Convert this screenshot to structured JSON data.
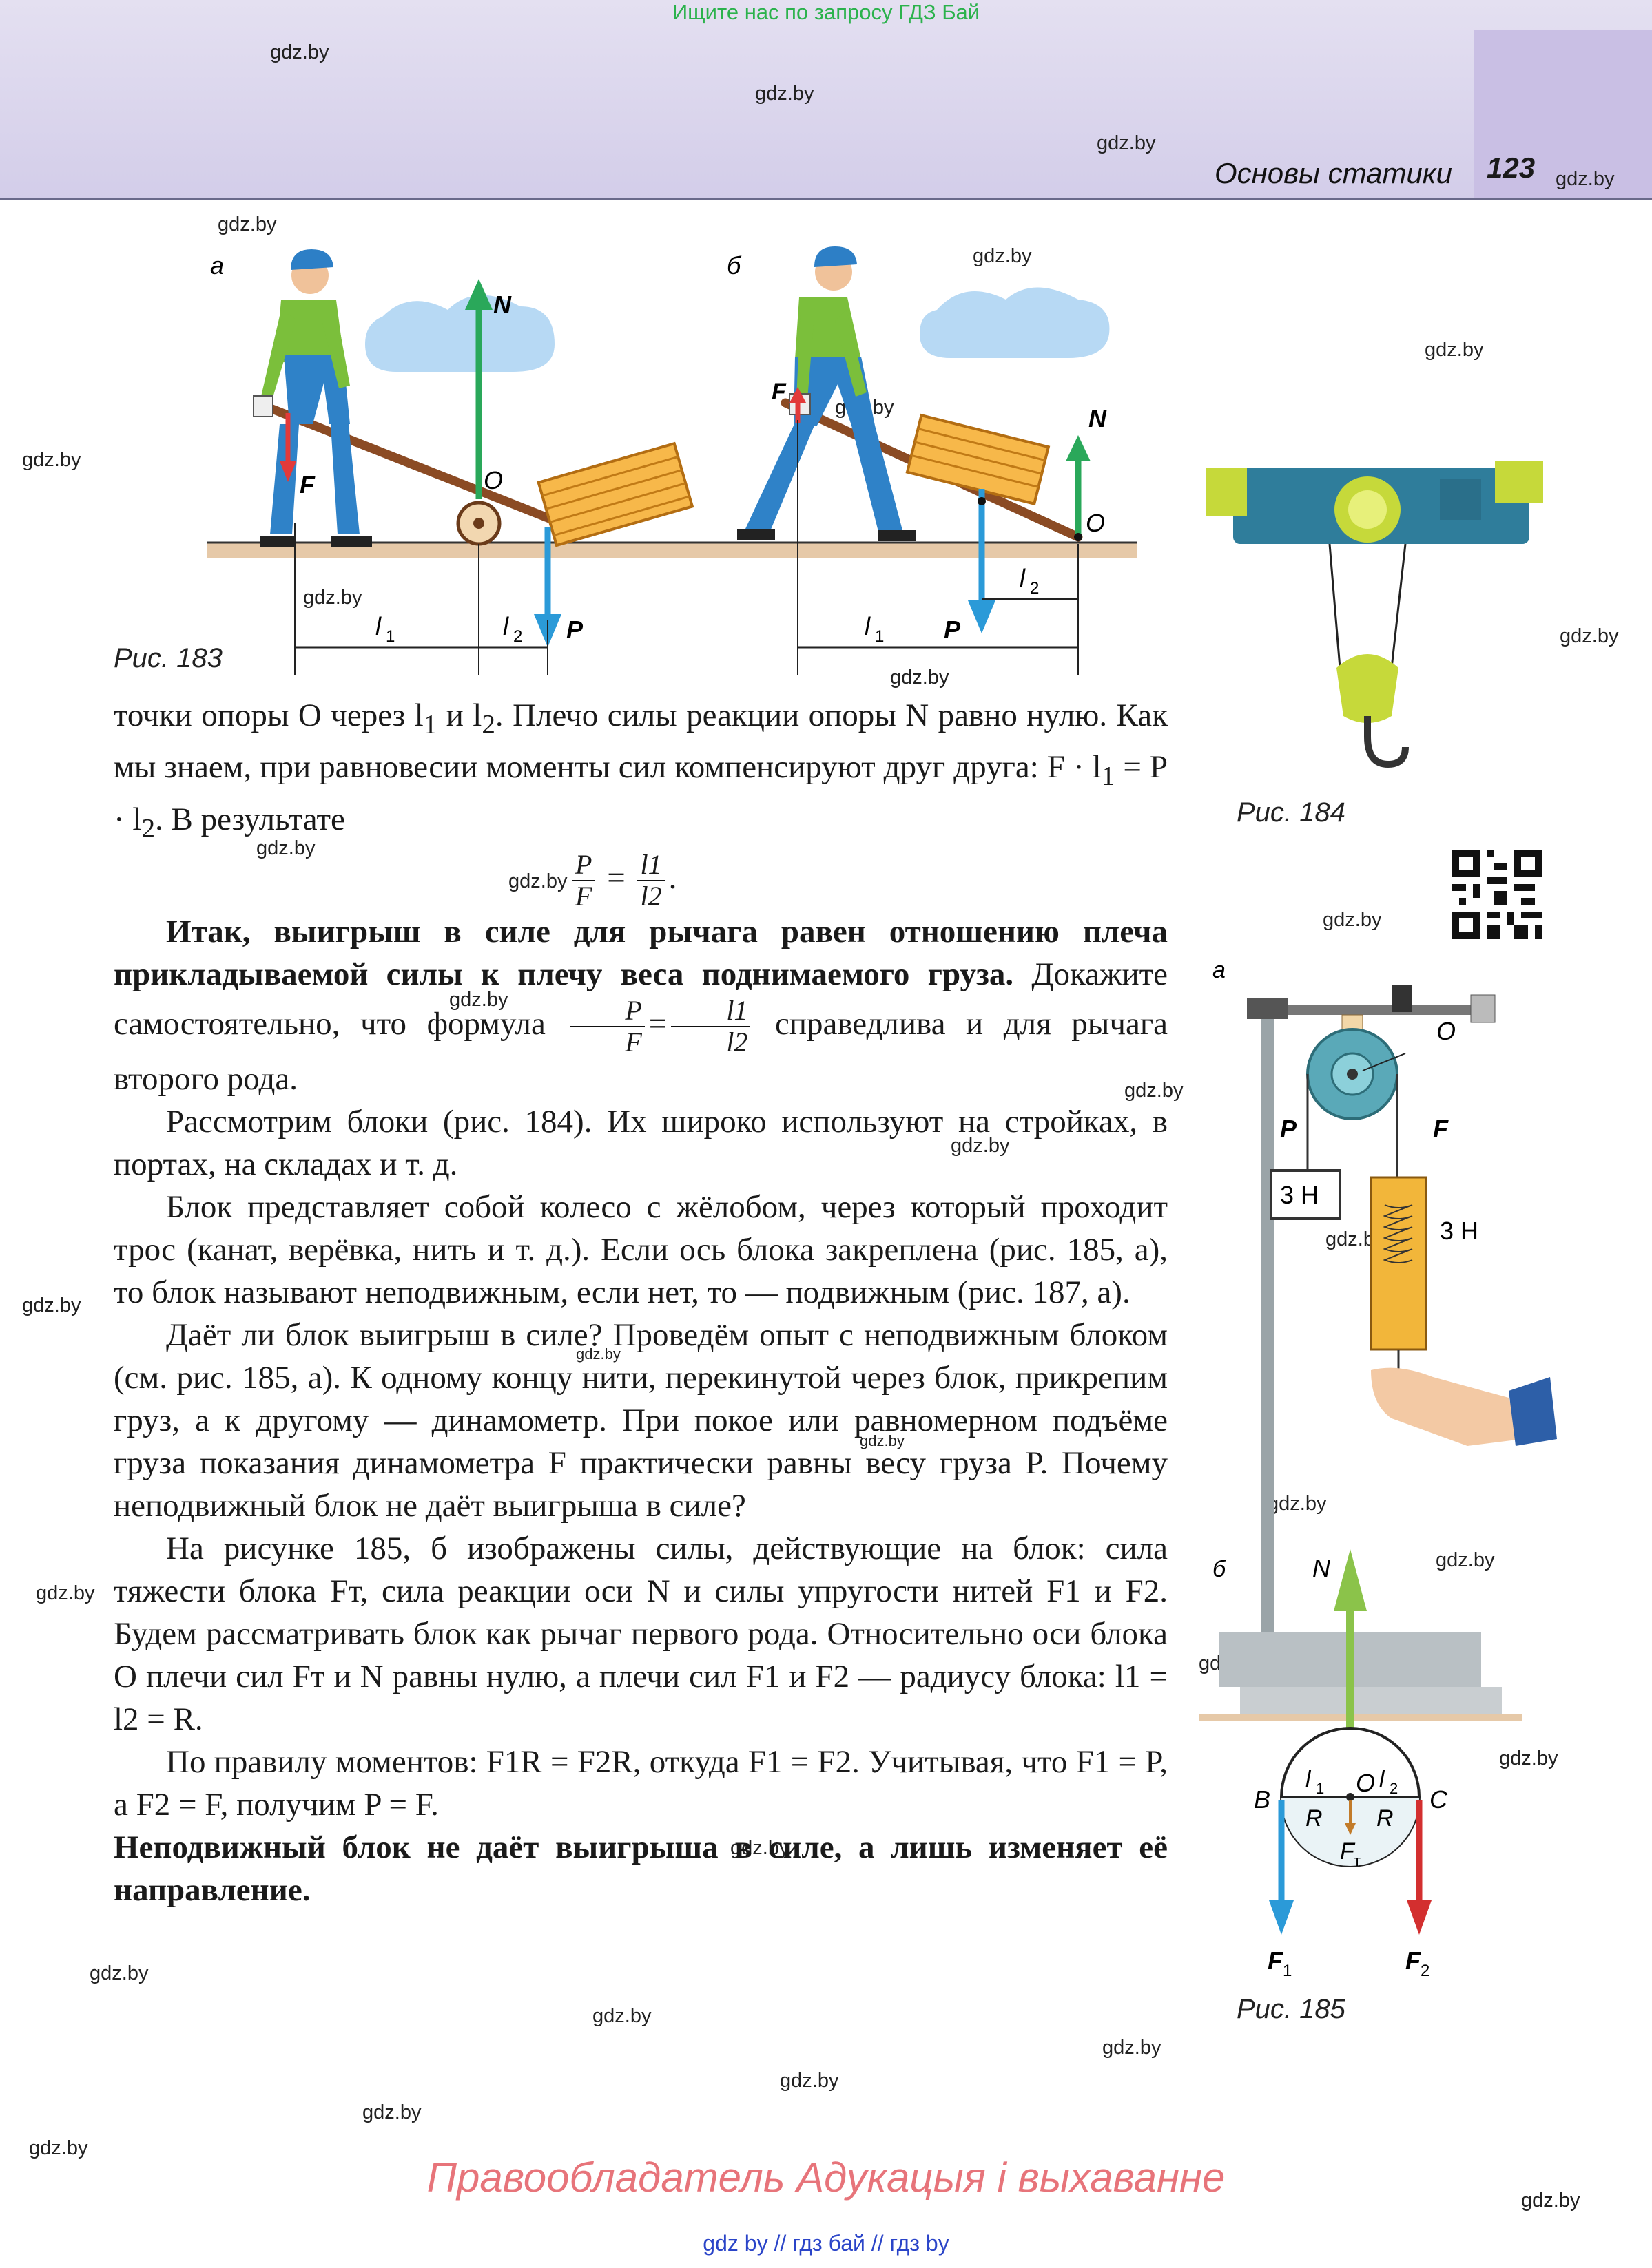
{
  "header": {
    "top_banner": "Ищите нас по запросу ГДЗ Бай",
    "chapter": "Основы статики",
    "page_number": "123"
  },
  "watermark": "gdz.by",
  "figures": {
    "fig183": {
      "caption": "Рис. 183",
      "panel_a": "а",
      "panel_b": "б",
      "labels": {
        "N": "N",
        "F": "F",
        "O": "O",
        "P": "P",
        "l1": "l",
        "l2": "l",
        "sub1": "1",
        "sub2": "2"
      }
    },
    "fig184": {
      "caption": "Рис. 184"
    },
    "fig185": {
      "caption": "Рис. 185",
      "panel_a": "а",
      "panel_b": "б",
      "labels": {
        "O": "O",
        "P": "P",
        "F": "F",
        "weight": "3 Н",
        "reading": "3 Н",
        "N": "N",
        "B": "B",
        "C": "C",
        "R": "R",
        "F1": "F",
        "F2": "F",
        "Ft": "F",
        "l": "l",
        "sub1": "1",
        "sub2": "2",
        "subt": "т"
      }
    }
  },
  "body": {
    "p1a": "точки опоры O через l",
    "p1b": " и l",
    "p1c": ". Плечо силы реакции опоры N равно нулю. Как мы знаем, при равновесии моменты сил компенсируют друг друга: F · l",
    "p1d": " = P · l",
    "p1e": ". В результате",
    "frac1": {
      "num": "P",
      "den": "F",
      "num2": "l1",
      "den2": "l2"
    },
    "p2_bold": "Итак, выигрыш в силе для рычага равен отношению плеча прикладываемой силы к плечу веса поднимаемого груза.",
    "p2_rest_a": " Докажите самостоятельно, что формула ",
    "p2_rest_b": " справедлива и для рычага второго рода.",
    "p3": "Рассмотрим блоки (рис. 184). Их широко используют на стройках, в портах, на складах и т. д.",
    "p4": "Блок представляет собой колесо с жёлобом, через который проходит трос (канат, верёвка, нить и т. д.). Если ось блока закреплена (рис. 185, а), то блок называют неподвижным, если нет, то — подвижным (рис. 187, а).",
    "p5": "Даёт ли блок выигрыш в силе? Проведём опыт с неподвижным блоком (см. рис. 185, а). К одному концу нити, перекинутой через блок, прикрепим груз, а к другому — динамометр. При покое или равномерном подъёме груза показания динамометра F практически равны весу груза P. Почему неподвижный блок не даёт выигрыша в силе?",
    "p6": "На рисунке 185, б изображены силы, действующие на блок: сила тяжести блока Fт, сила реакции оси N и силы упругости нитей F1 и F2. Будем рассматривать блок как рычаг первого рода. Относительно оси блока O плечи сил Fт и N равны нулю, а плечи сил F1 и F2 — радиусу блока: l1 = l2 = R.",
    "p7": "По правилу моментов: F1R = F2R, откуда F1 = F2. Учитывая, что F1 = P, а F2 = F, получим P = F.",
    "p8_bold": "Неподвижный блок не даёт выигрыша в силе, а лишь изменяет её направление."
  },
  "footer": {
    "rights": "Правообладатель Адукацыя і выхаванне",
    "links": "gdz by  //  гдз бай  //  гдз by"
  },
  "colors": {
    "header_band": "#d8d2ec",
    "footer_text": "#e7747a",
    "banner": "#2bb24c",
    "links": "#2a44c8"
  }
}
